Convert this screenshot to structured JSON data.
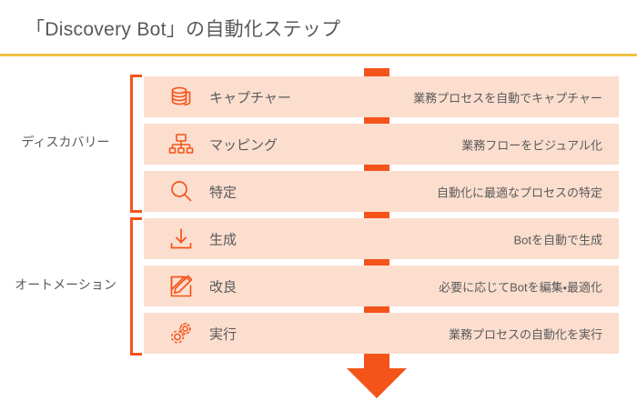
{
  "header": {
    "title": "「Discovery Bot」の自動化ステップ",
    "rule_color": "#f0c143"
  },
  "theme": {
    "accent": "#f4541a",
    "row_background": "#fcdecf",
    "text": "#5a5a5a"
  },
  "groups": [
    {
      "label": "ディスカバリー"
    },
    {
      "label": "オートメーション"
    }
  ],
  "steps": [
    {
      "icon": "database-stack-icon",
      "label": "キャプチャー",
      "description": "業務プロセスを自動でキャプチャー",
      "group": "ディスカバリー"
    },
    {
      "icon": "sitemap-icon",
      "label": "マッピング",
      "description": "業務フローをビジュアル化",
      "group": "ディスカバリー"
    },
    {
      "icon": "magnifier-icon",
      "label": "特定",
      "description": "自動化に最適なプロセスの特定",
      "group": "ディスカバリー"
    },
    {
      "icon": "download-arrow-icon",
      "label": "生成",
      "description": "Botを自動で生成",
      "group": "オートメーション"
    },
    {
      "icon": "pencil-edit-icon",
      "label": "改良",
      "description": "必要に応じてBotを編集・最適化",
      "group": "オートメーション"
    },
    {
      "icon": "gears-icon",
      "label": "実行",
      "description": "業務プロセスの自動化を実行",
      "group": "オートメーション"
    }
  ],
  "flow_arrow": {
    "name": "downward-flow-arrow",
    "color": "#f4541a",
    "segment_count": 7
  }
}
